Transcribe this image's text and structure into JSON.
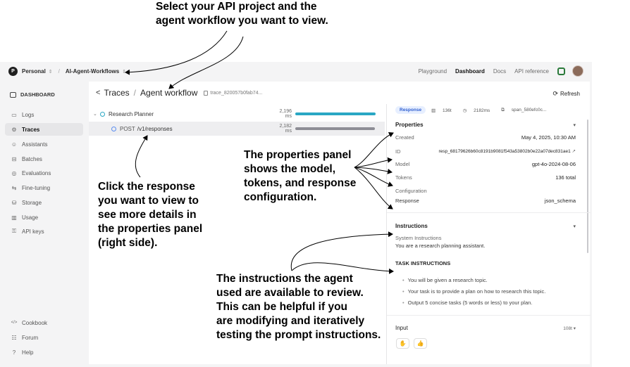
{
  "topbar": {
    "org_initial": "P",
    "org": "Personal",
    "separator": "/",
    "project": "AI-Agent-Workflows",
    "nav": [
      "Playground",
      "Dashboard",
      "Docs",
      "API reference"
    ]
  },
  "sidebar": {
    "header": "DASHBOARD",
    "items": [
      {
        "icon": "▭",
        "label": "Logs"
      },
      {
        "icon": "⚙",
        "label": "Traces"
      },
      {
        "icon": "☺",
        "label": "Assistants"
      },
      {
        "icon": "⊟",
        "label": "Batches"
      },
      {
        "icon": "◎",
        "label": "Evaluations"
      },
      {
        "icon": "⇆",
        "label": "Fine-tuning"
      },
      {
        "icon": "⛁",
        "label": "Storage"
      },
      {
        "icon": "▥",
        "label": "Usage"
      },
      {
        "icon": "⚿",
        "label": "API keys"
      }
    ],
    "bottom": [
      {
        "icon": "</>",
        "label": "Cookbook"
      },
      {
        "icon": "☷",
        "label": "Forum"
      },
      {
        "icon": "?",
        "label": "Help"
      }
    ]
  },
  "breadcrumb": {
    "back": "<",
    "root": "Traces",
    "slash": "/",
    "current": "Agent workflow",
    "trace_id": "trace_820057b0fab74..."
  },
  "refresh_label": "Refresh",
  "tree": [
    {
      "caret": "⌄",
      "name": "Research Planner",
      "method": "",
      "duration": "2,196 ms",
      "bar_color": "#2aa7c4",
      "fill": 1.0
    },
    {
      "caret": "",
      "name": "/v1/responses",
      "method": "POST",
      "duration": "2,182 ms",
      "bar_color": "#8d8d95",
      "fill": 0.99
    }
  ],
  "props": {
    "chips": {
      "type": "Response",
      "tokens": "136t",
      "latency": "2182ms",
      "span": "span_580efc0c..."
    },
    "properties_title": "Properties",
    "created_label": "Created",
    "created": "May 4, 2025, 10:30 AM",
    "id_label": "ID",
    "id": "resp_68179626b60c8191b9081f543a53802b0e22a07dec831ae1",
    "model_label": "Model",
    "model": "gpt-4o-2024-08-06",
    "tokens_label": "Tokens",
    "tokens": "136 total",
    "config_label": "Configuration",
    "response_label": "Response",
    "response": "json_schema",
    "instructions_title": "Instructions",
    "system_label": "System Instructions",
    "system_text": "You are a research planning assistant.",
    "task_title": "TASK INSTRUCTIONS",
    "task_items": [
      "You will be given a research topic.",
      "Your task is to provide a plan on how to research this topic.",
      "Output 5 concise tasks (5 words or less) to your plan."
    ],
    "input_label": "Input",
    "input_tokens": "108t"
  },
  "annotations": {
    "top": [
      "Select your API project and the",
      "agent workflow you want to view."
    ],
    "left": [
      "Click the response",
      "you want to view to",
      "see more details in",
      "the properties panel",
      "(right side)."
    ],
    "middle": [
      "The properties panel",
      "shows the model,",
      "tokens, and response",
      "configuration."
    ],
    "bottom": [
      "The instructions the agent",
      "used are available to review.",
      "This can be helpful if you",
      "are modifying and iteratively",
      "testing the prompt instructions."
    ]
  }
}
